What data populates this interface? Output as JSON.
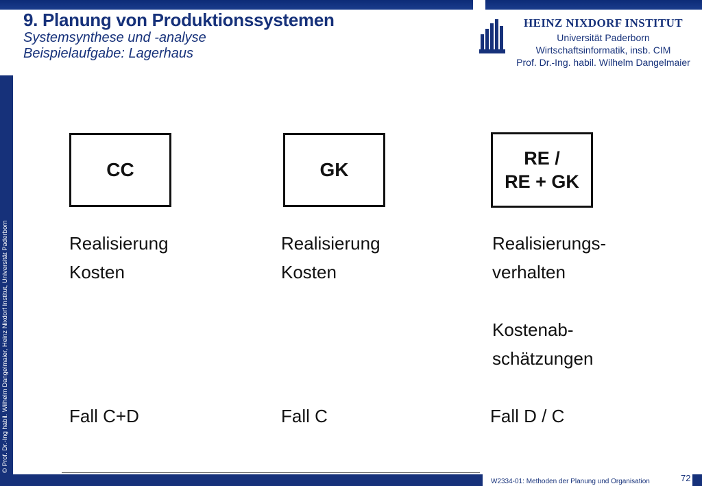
{
  "header": {
    "title": "9. Planung von Produktionssystemen",
    "subtitle1": "Systemsynthese und -analyse",
    "subtitle2": "Beispielaufgabe: Lagerhaus"
  },
  "institute": {
    "name": "HEINZ NIXDORF INSTITUT",
    "line1": "Universität Paderborn",
    "line2": "Wirtschaftsinformatik, insb. CIM",
    "line3": "Prof. Dr.-Ing. habil. Wilhelm Dangelmaier",
    "logo_icon": "hni-logo-icon"
  },
  "sidebar_copyright": "© Prof. Dr.-Ing habil. Wilhelm Dangelmaier, Heinz Nixdorf Institut, Universität Paderborn",
  "columns": [
    {
      "box_label": "CC",
      "line1": "Realisierung",
      "line2": "Kosten",
      "case": "Fall C+D"
    },
    {
      "box_label": "GK",
      "line1": "Realisierung",
      "line2": "Kosten",
      "case": "Fall C"
    },
    {
      "box_label": "RE /\nRE + GK",
      "line1": "Realisierungs-",
      "line2": "verhalten",
      "line3": "Kostenab-",
      "line4": "schätzungen",
      "case": "Fall D / C"
    }
  ],
  "footer": {
    "course": "W2334-01: Methoden der Planung und Organisation",
    "page": "72"
  },
  "colors": {
    "brand_blue": "#16317a",
    "text": "#111111"
  }
}
